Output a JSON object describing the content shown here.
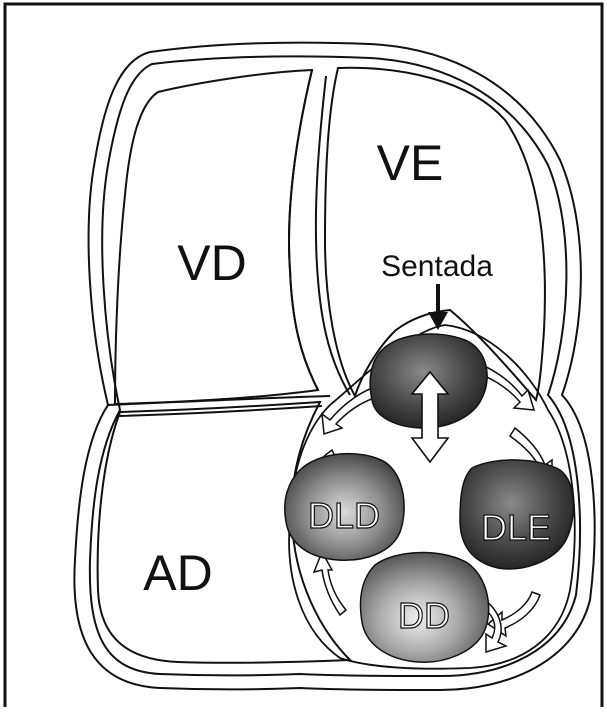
{
  "diagram": {
    "chambers": {
      "vd": "VD",
      "ve": "VE",
      "ad": "AD"
    },
    "positions": {
      "sentada": "Sentada",
      "dld": "DLD",
      "dle": "DLE",
      "dd": "DD"
    }
  },
  "colors": {
    "background": "#ffffff",
    "outline": "#111111",
    "blob_dark": "#3a3a3a",
    "blob_mid": "#7a7a7a",
    "blob_light": "#bdbdbd"
  }
}
